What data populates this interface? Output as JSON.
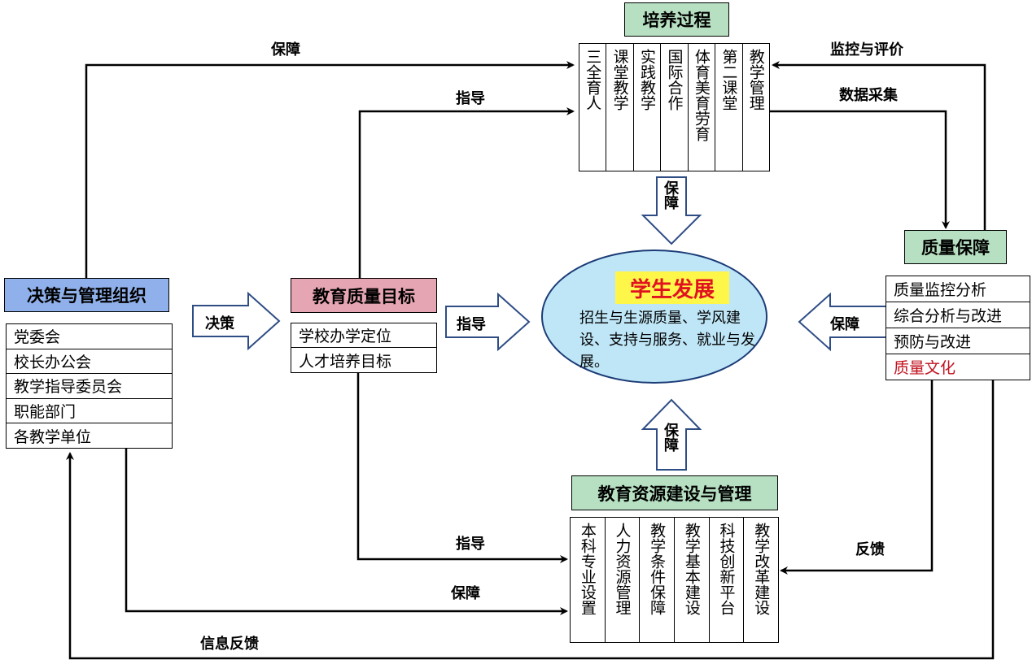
{
  "decision_org": {
    "title": "决策与管理组织",
    "items": [
      "党委会",
      "校长办公会",
      "教学指导委员会",
      "职能部门",
      "各教学单位"
    ]
  },
  "quality_goal": {
    "title": "教育质量目标",
    "items": [
      "学校办学定位",
      "人才培养目标"
    ]
  },
  "training_process": {
    "title": "培养过程",
    "items": [
      "三全育人",
      "课堂教学",
      "实践教学",
      "国际合作",
      "体育美育劳育",
      "第二课堂",
      "教学管理"
    ]
  },
  "resources": {
    "title": "教育资源建设与管理",
    "items": [
      "本科专业设置",
      "人力资源管理",
      "教学条件保障",
      "教学基本建设",
      "科技创新平台",
      "教学改革建设"
    ]
  },
  "quality_assurance": {
    "title": "质量保障",
    "items": [
      "质量监控分析",
      "综合分析与改进",
      "预防与改进",
      "质量文化"
    ],
    "highlight_color": "#c0121f"
  },
  "center": {
    "title": "学生发展",
    "text": "招生与生源质量、学风建设、支持与服务、就业与发展。"
  },
  "labels": {
    "guarantee_top": "保障",
    "guide_top": "指导",
    "monitor_eval": "监控与评价",
    "data_collect": "数据采集",
    "decision": "决策",
    "guide_center": "指导",
    "guarantee_right": "保障",
    "guarantee_upper_block": "保障",
    "guarantee_lower_block": "保障",
    "guide_bottom": "指导",
    "guarantee_bottom": "保障",
    "feedback": "反馈",
    "info_feedback": "信息反馈"
  }
}
